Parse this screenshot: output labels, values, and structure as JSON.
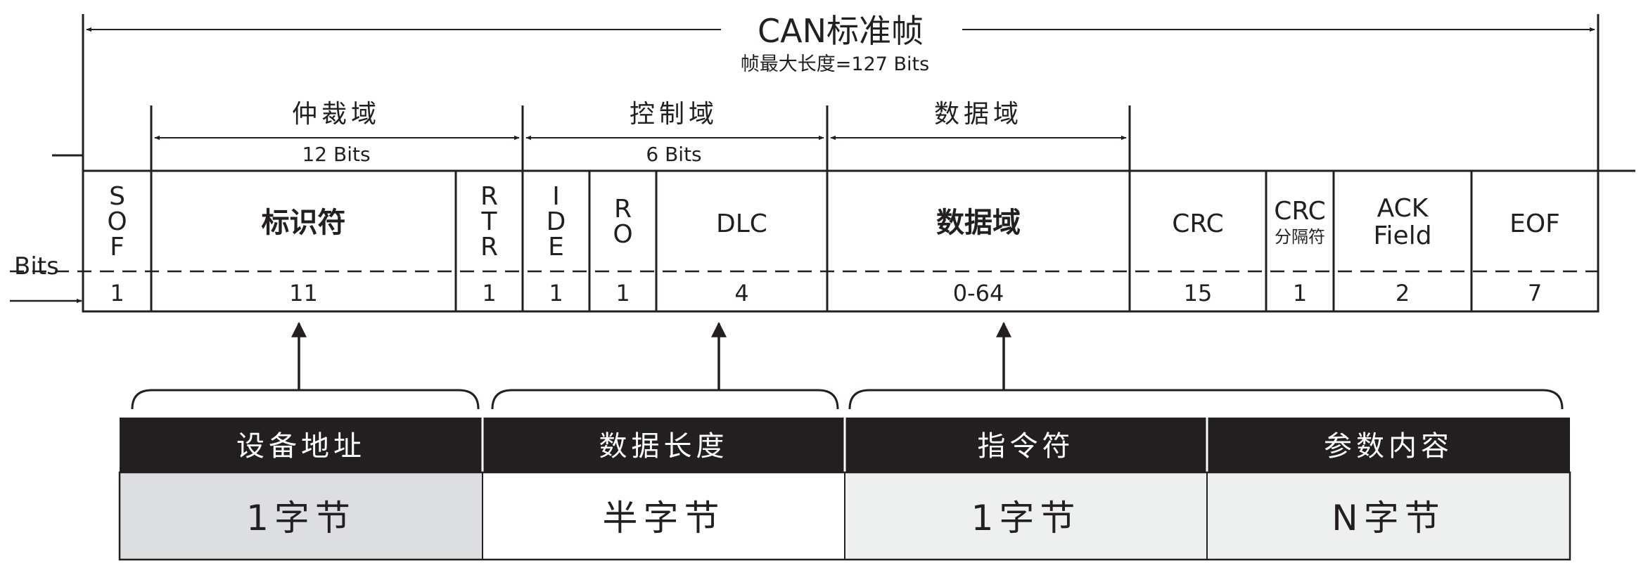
{
  "frame": {
    "title": "CAN标准帧",
    "subtitle": "帧最大长度=127 Bits",
    "bits_label": "Bits"
  },
  "groups": [
    {
      "name": "仲裁域",
      "bits": "12 Bits"
    },
    {
      "name": "控制域",
      "bits": "6 Bits"
    },
    {
      "name": "数据域",
      "bits": ""
    }
  ],
  "fields": [
    {
      "label": "S\nO\nF",
      "bits": "1",
      "style": "vertical"
    },
    {
      "label": "标识符",
      "bits": "11",
      "style": "bold"
    },
    {
      "label": "R\nT\nR",
      "bits": "1",
      "style": "vertical"
    },
    {
      "label": "I\nD\nE",
      "bits": "1",
      "style": "vertical"
    },
    {
      "label": "R\nO",
      "bits": "1",
      "style": "vertical"
    },
    {
      "label": "DLC",
      "bits": "4",
      "style": "normal"
    },
    {
      "label": "数据域",
      "bits": "0-64",
      "style": "bold"
    },
    {
      "label": "CRC",
      "bits": "15",
      "style": "normal"
    },
    {
      "label": "CRC\n分隔符",
      "bits": "1",
      "style": "small2"
    },
    {
      "label": "ACK\nField",
      "bits": "2",
      "style": "twoline"
    },
    {
      "label": "EOF",
      "bits": "7",
      "style": "normal"
    }
  ],
  "protocol_table": {
    "headers": [
      "设备地址",
      "数据长度",
      "指令符",
      "参数内容"
    ],
    "values": [
      "1字节",
      "半字节",
      "1字节",
      "N字节"
    ],
    "header_color": "#231f20",
    "cell_colors": [
      "#dddedf",
      "#ffffff",
      "#eeefef",
      "#eeefef"
    ]
  }
}
